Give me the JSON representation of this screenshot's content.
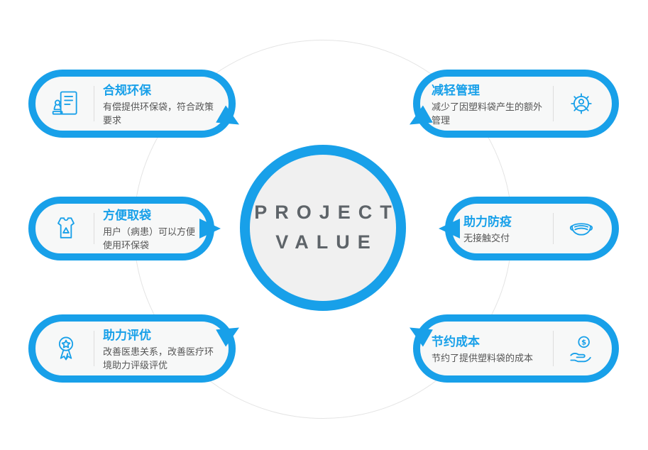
{
  "center": {
    "line1": "PROJECT",
    "line2": "VALUE"
  },
  "colors": {
    "accent": "#18A0E9",
    "description_text": "#555555",
    "center_text": "#5e6469"
  },
  "cards": [
    {
      "id": "compliance",
      "title": "合规环保",
      "desc": "有偿提供环保袋，符合政策要求",
      "icon": "stamp-document-icon",
      "side": "left"
    },
    {
      "id": "convenient-bag",
      "title": "方便取袋",
      "desc": "用户（病患）可以方便使用环保袋",
      "icon": "recycle-bag-icon",
      "side": "left"
    },
    {
      "id": "evaluation",
      "title": "助力评优",
      "desc": "改善医患关系，改善医疗环境助力评级评优",
      "icon": "award-medal-icon",
      "side": "left"
    },
    {
      "id": "management",
      "title": "减轻管理",
      "desc": "减少了因塑料袋产生的额外管理",
      "icon": "gear-person-icon",
      "side": "right"
    },
    {
      "id": "epidemic-prevention",
      "title": "助力防疫",
      "desc": "无接触交付",
      "icon": "face-mask-icon",
      "side": "right"
    },
    {
      "id": "cost-saving",
      "title": "节约成本",
      "desc": "节约了提供塑料袋的成本",
      "icon": "hand-coin-icon",
      "side": "right"
    }
  ],
  "icon_dollar": "$"
}
